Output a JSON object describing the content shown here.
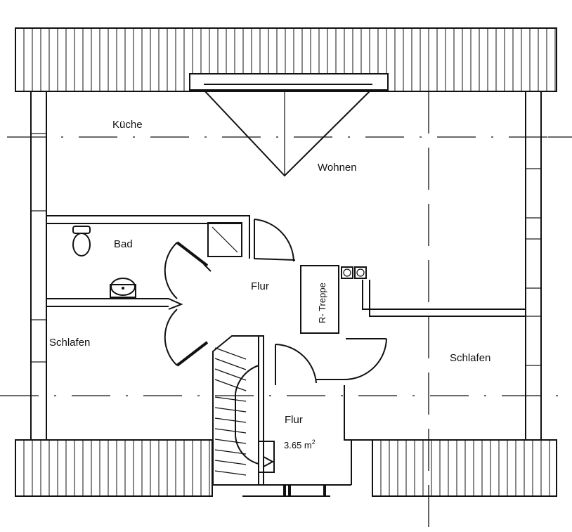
{
  "rooms": {
    "kueche": "Küche",
    "wohnen": "Wohnen",
    "bad": "Bad",
    "flur_upper": "Flur",
    "treppe": "R- Treppe",
    "schlafen_left": "Schlafen",
    "schlafen_right": "Schlafen",
    "flur_lower": "Flur",
    "flur_lower_area": "3.65 m",
    "area_unit_exp": "2"
  }
}
